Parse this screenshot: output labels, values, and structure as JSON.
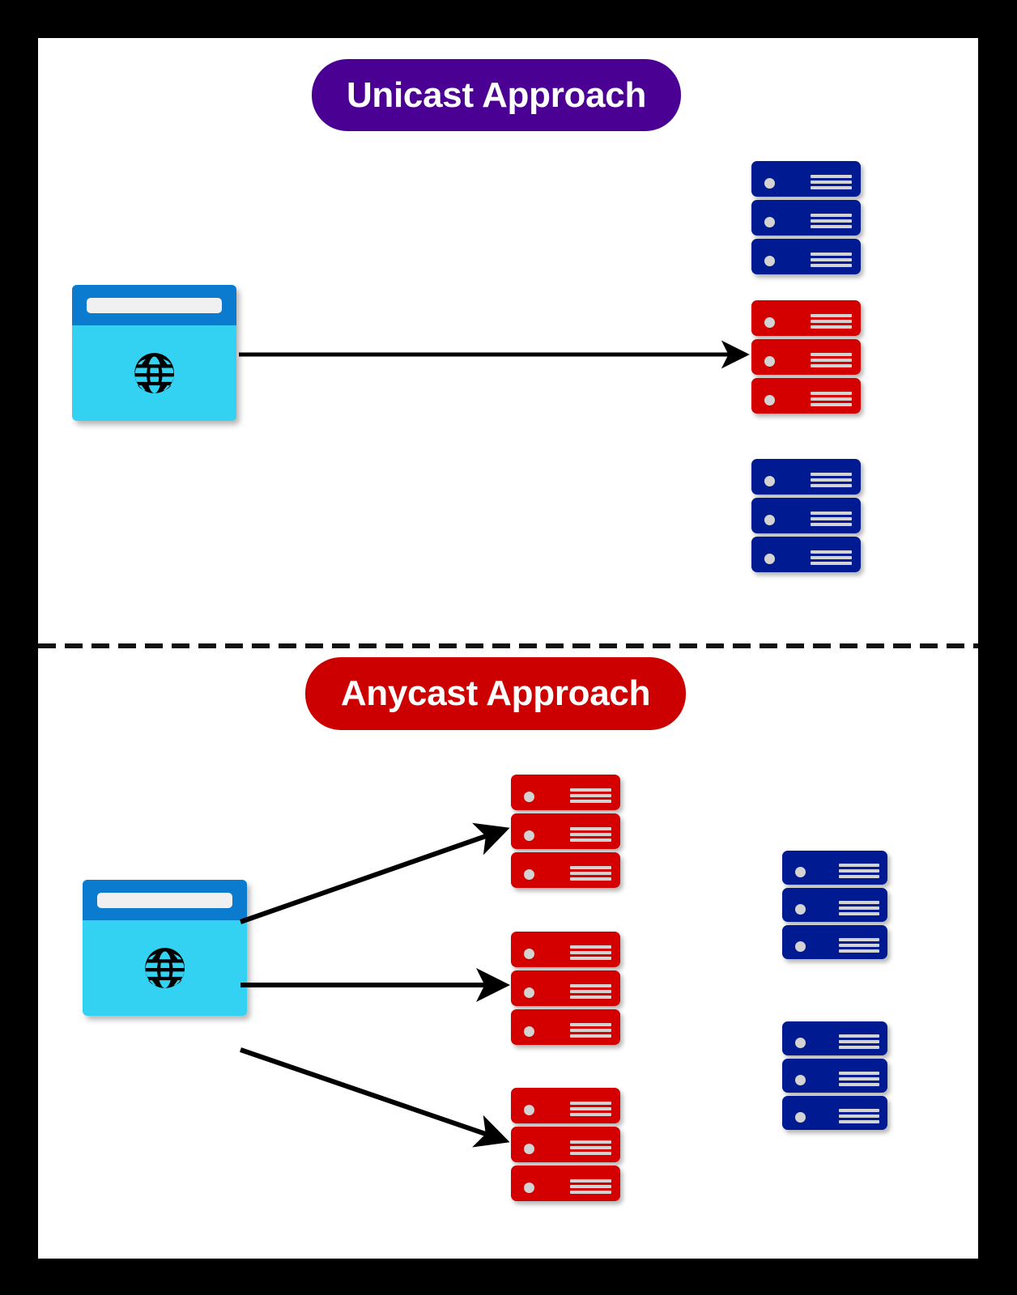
{
  "diagram": {
    "title_unicast": "Unicast Approach",
    "title_anycast": "Anycast Approach",
    "frame_color": "#000000",
    "canvas_color": "#ffffff",
    "divider_style": "dashed",
    "colors": {
      "unicast_badge": "#4B0094",
      "anycast_badge": "#CC0000",
      "server_active": "#D40000",
      "server_inactive": "#001A91",
      "browser_titlebar": "#0B7BD0",
      "browser_body": "#33D2F2",
      "browser_urlbar": "#F0F0F0",
      "arrow": "#000000",
      "server_detail": "#D3D3D3"
    },
    "sections": [
      {
        "id": "unicast",
        "label": "Unicast Approach",
        "badge_color": "#4B0094",
        "client": {
          "name": "browser-window",
          "icon": "globe-icon"
        },
        "arrow_count": 1,
        "arrows": [
          {
            "from": "browser-window",
            "to": "server-rack-red-1"
          }
        ],
        "racks": [
          {
            "name": "server-rack-navy-top",
            "color": "#001A91",
            "units": 3,
            "state": "inactive"
          },
          {
            "name": "server-rack-red-1",
            "color": "#D40000",
            "units": 3,
            "state": "active"
          },
          {
            "name": "server-rack-navy-bottom",
            "color": "#001A91",
            "units": 3,
            "state": "inactive"
          }
        ]
      },
      {
        "id": "anycast",
        "label": "Anycast Approach",
        "badge_color": "#CC0000",
        "client": {
          "name": "browser-window",
          "icon": "globe-icon"
        },
        "arrow_count": 3,
        "arrows": [
          {
            "from": "browser-window",
            "to": "server-rack-red-1"
          },
          {
            "from": "browser-window",
            "to": "server-rack-red-2"
          },
          {
            "from": "browser-window",
            "to": "server-rack-red-3"
          }
        ],
        "racks": [
          {
            "name": "server-rack-red-1",
            "color": "#D40000",
            "units": 3,
            "state": "active"
          },
          {
            "name": "server-rack-red-2",
            "color": "#D40000",
            "units": 3,
            "state": "active"
          },
          {
            "name": "server-rack-red-3",
            "color": "#D40000",
            "units": 3,
            "state": "active"
          },
          {
            "name": "server-rack-navy-1",
            "color": "#001A91",
            "units": 3,
            "state": "inactive"
          },
          {
            "name": "server-rack-navy-2",
            "color": "#001A91",
            "units": 3,
            "state": "inactive"
          }
        ]
      }
    ]
  }
}
